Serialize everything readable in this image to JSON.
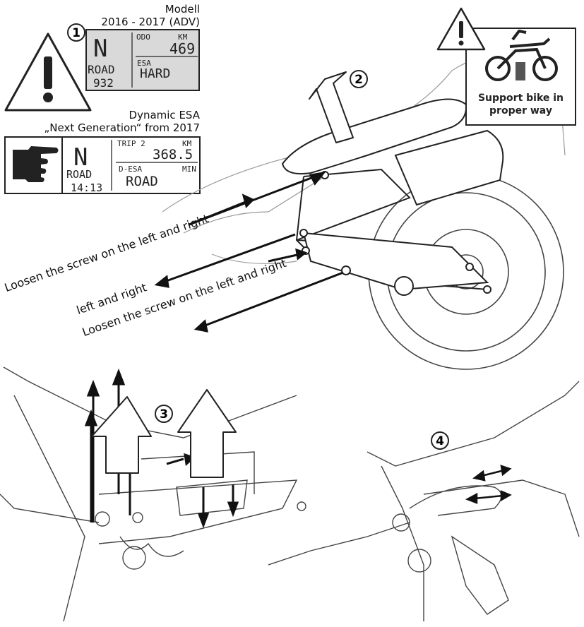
{
  "header1": {
    "line1": "Modell",
    "line2": "2016 - 2017 (ADV)"
  },
  "header2": {
    "line1": "Dynamic ESA",
    "line2": "„Next Generation“ from 2017"
  },
  "display1": {
    "gear": "N",
    "odo_label": "ODO",
    "km_label": "KM",
    "km_value": "469",
    "mode": "ROAD",
    "mode_sub": "932",
    "esa_label": "ESA",
    "esa_value": "HARD"
  },
  "display2": {
    "gear": "N",
    "trip_label": "TRIP 2",
    "km_label": "KM",
    "trip_value": "368.5",
    "mode": "ROAD",
    "mode_sub": "14:13",
    "desa_label": "D-ESA",
    "min_label": "MIN",
    "desa_value": "ROAD"
  },
  "support_box": {
    "line1": "Support bike in",
    "line2": "proper way"
  },
  "steps": [
    "1",
    "2",
    "3",
    "4"
  ],
  "callouts": [
    "Loosen the screw on the left and right",
    "left and right",
    "Loosen the screw on the left and right"
  ],
  "icons": [
    "warning-triangle-icon",
    "pointing-hand-icon",
    "motorcycle-on-stand-icon"
  ],
  "colors": {
    "line": "#222222",
    "light_line": "#9a9a9a",
    "lcd_bg": "#d9d9d9",
    "stand": "#555555"
  }
}
